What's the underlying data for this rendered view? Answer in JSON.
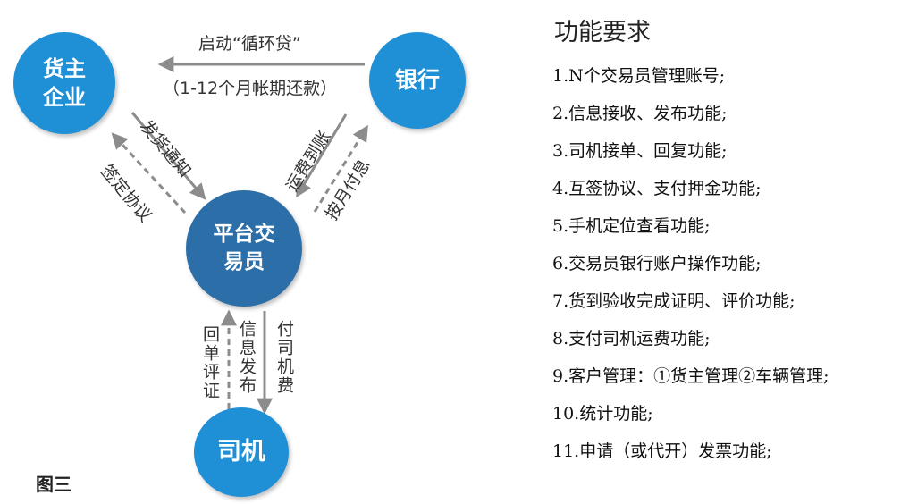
{
  "nodes": {
    "shipper": "货主\n企业",
    "bank": "银行",
    "platform": "平台交\n易员",
    "driver": "司机"
  },
  "edges": {
    "bank_to_shipper_top": "启动“循环贷”",
    "bank_to_shipper_bottom": "（1-12个月帐期还款）",
    "shipper_to_platform": "发货通知",
    "platform_to_shipper": "签定协议",
    "bank_to_platform": "运费到账",
    "platform_to_bank": "按月付息",
    "driver_to_platform": "回单评证",
    "platform_to_driver_info": "信息发布",
    "platform_to_driver_pay": "付司机费"
  },
  "requirements": {
    "title": "功能要求",
    "items": [
      "1.N个交易员管理账号;",
      "2.信息接收、发布功能;",
      "3.司机接单、回复功能;",
      "4.互签协议、支付押金功能;",
      "5.手机定位查看功能;",
      "6.交易员银行账户操作功能;",
      "7.货到验收完成证明、评价功能;",
      "8.支付司机运费功能;",
      "9.客户管理：①货主管理②车辆管理;",
      "10.统计功能;",
      "11.申请（或代开）发票功能;"
    ]
  },
  "figure_label": "图三",
  "colors": {
    "node_light": "#1f8fd6",
    "node_dark": "#2b6ea8",
    "arrow": "#8c8c8c"
  }
}
